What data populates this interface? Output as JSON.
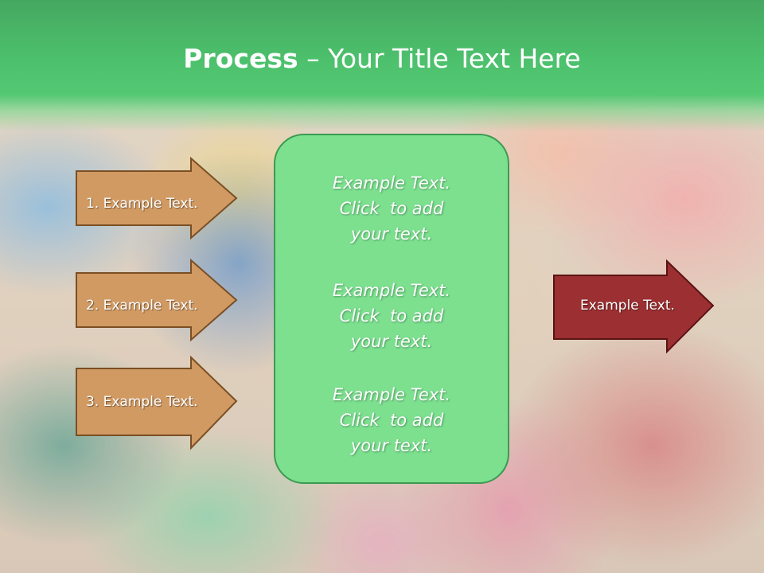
{
  "title": {
    "bold": "Process",
    "rest": " – Your Title Text Here"
  },
  "left_arrows": [
    {
      "label": "1. Example Text."
    },
    {
      "label": "2. Example Text."
    },
    {
      "label": "3. Example Text."
    }
  ],
  "center": {
    "paragraphs": [
      {
        "line1": "Example Text.",
        "line2": "Click  to add",
        "line3": "your text."
      },
      {
        "line1": "Example Text.",
        "line2": "Click  to add",
        "line3": "your text."
      },
      {
        "line1": "Example Text.",
        "line2": "Click  to add",
        "line3": "your text."
      }
    ]
  },
  "right_arrow": {
    "label": "Example Text."
  },
  "colors": {
    "header_green": "#4cc06c",
    "left_arrow_fill": "#d19a63",
    "left_arrow_border": "#7a4f24",
    "center_fill": "#7ce08f",
    "center_border": "#3c9a52",
    "right_arrow_fill": "#9b2f31",
    "right_arrow_border": "#5a1314"
  }
}
